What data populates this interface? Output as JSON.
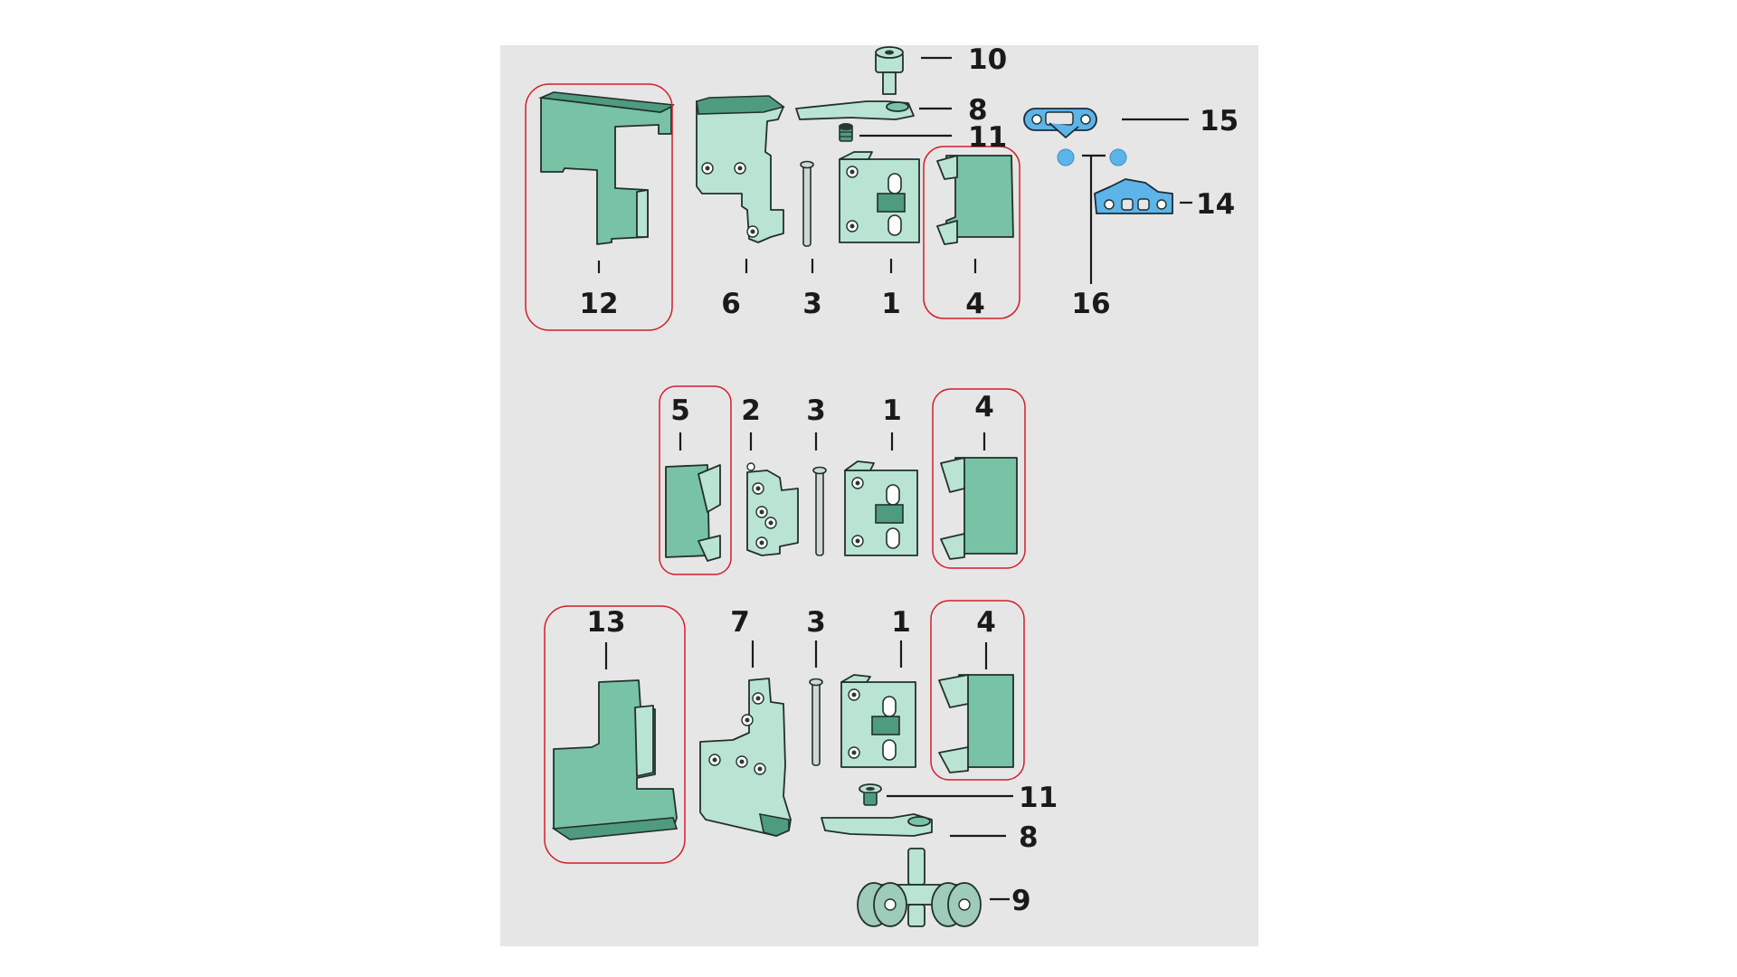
{
  "diagram": {
    "type": "exploded-parts-diagram",
    "colors": {
      "background": "#e6e6e6",
      "part_fill": "#78c2a6",
      "part_light": "#b9e3d2",
      "accessory_fill": "#5cb4e8",
      "highlight_outline": "#d21f2b",
      "label_color": "#1a1a1a"
    },
    "labels": {
      "top_12": "12",
      "top_6": "6",
      "top_3": "3",
      "top_1": "1",
      "top_4": "4",
      "top_16": "16",
      "top_10": "10",
      "top_8": "8",
      "top_11": "11",
      "top_15": "15",
      "top_14": "14",
      "mid_5": "5",
      "mid_2": "2",
      "mid_3": "3",
      "mid_1": "1",
      "mid_4": "4",
      "bot_13": "13",
      "bot_7": "7",
      "bot_3": "3",
      "bot_1": "1",
      "bot_4": "4",
      "bot_11": "11",
      "bot_8": "8",
      "bot_9": "9"
    },
    "highlighted_parts": [
      "12",
      "4",
      "5",
      "4",
      "13",
      "4"
    ],
    "icons": {
      "cover_cap": "end-cap-icon",
      "hinge_plate": "hinge-plate-icon",
      "pin": "hinge-pin-icon",
      "hinge_body": "hinge-body-icon",
      "screw": "screw-icon",
      "lever": "lever-arm-icon",
      "roller": "roller-carriage-icon",
      "clip": "clip-icon"
    }
  }
}
